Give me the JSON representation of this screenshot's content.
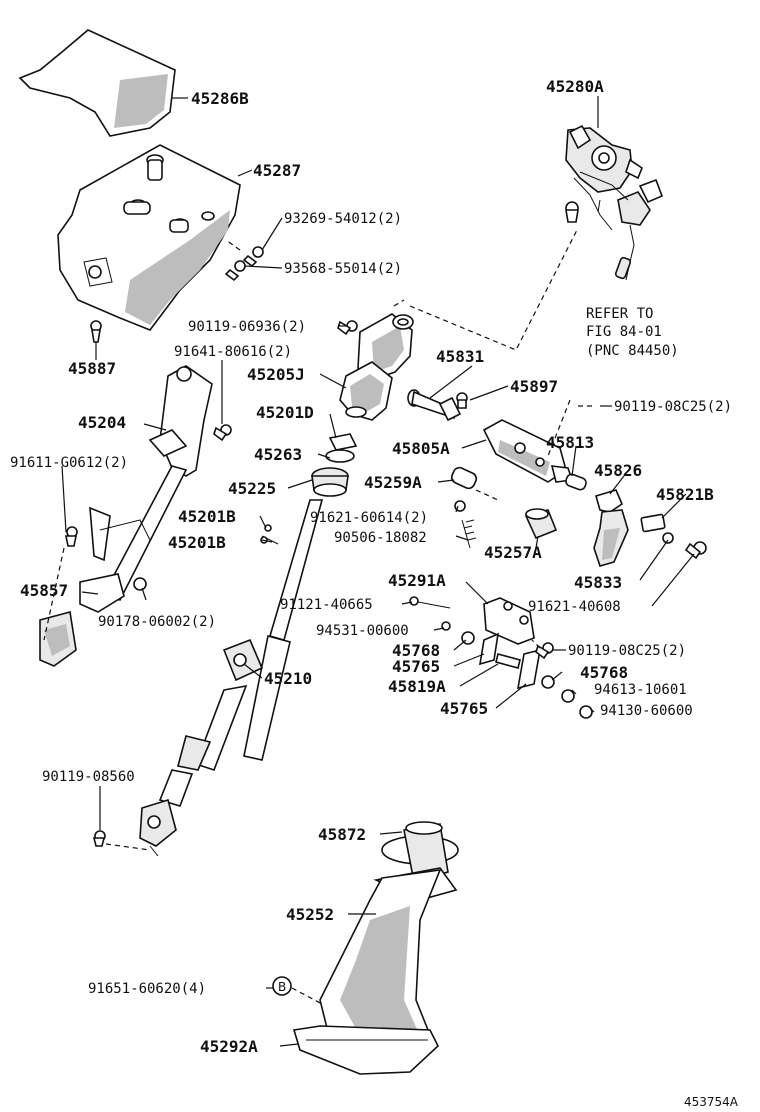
{
  "labels": {
    "l45286B": "45286B",
    "l45287": "45287",
    "l93269": "93269-54012(2)",
    "l93568": "93568-55014(2)",
    "l45887": "45887",
    "l45280A": "45280A",
    "l90119_06936": "90119-06936(2)",
    "l91641": "91641-80616(2)",
    "l45831": "45831",
    "l45205J": "45205J",
    "l45897": "45897",
    "l90119_08C25a": "90119-08C25(2)",
    "l45204": "45204",
    "l45201D": "45201D",
    "l45805A": "45805A",
    "l45813": "45813",
    "l45263": "45263",
    "l91611": "91611-G0612(2)",
    "l45826": "45826",
    "l45225": "45225",
    "l45259A": "45259A",
    "l45821B": "45821B",
    "l45201Ba": "45201B",
    "l91621_60614": "91621-60614(2)",
    "l90506": "90506-18082",
    "l45201Bb": "45201B",
    "l45257A": "45257A",
    "l45857": "45857",
    "l45291A": "45291A",
    "l45833": "45833",
    "l90178": "90178-06002(2)",
    "l91121": "91121-40665",
    "l91621_40608": "91621-40608",
    "l94531": "94531-00600",
    "l45768a": "45768",
    "l90119_08C25b": "90119-08C25(2)",
    "l45765a": "45765",
    "l45768b": "45768",
    "l45210": "45210",
    "l45819A": "45819A",
    "l94613": "94613-10601",
    "l45765b": "45765",
    "l94130": "94130-60600",
    "l90119_08560": "90119-08560",
    "l45872": "45872",
    "l45252": "45252",
    "l91651": "91651-60620(4)",
    "l45292A": "45292A",
    "markerB": "B"
  },
  "reference": {
    "line1": "REFER TO",
    "line2": "FIG 84-01",
    "line3": "(PNC 84450)"
  },
  "diagram_id": "453754A"
}
